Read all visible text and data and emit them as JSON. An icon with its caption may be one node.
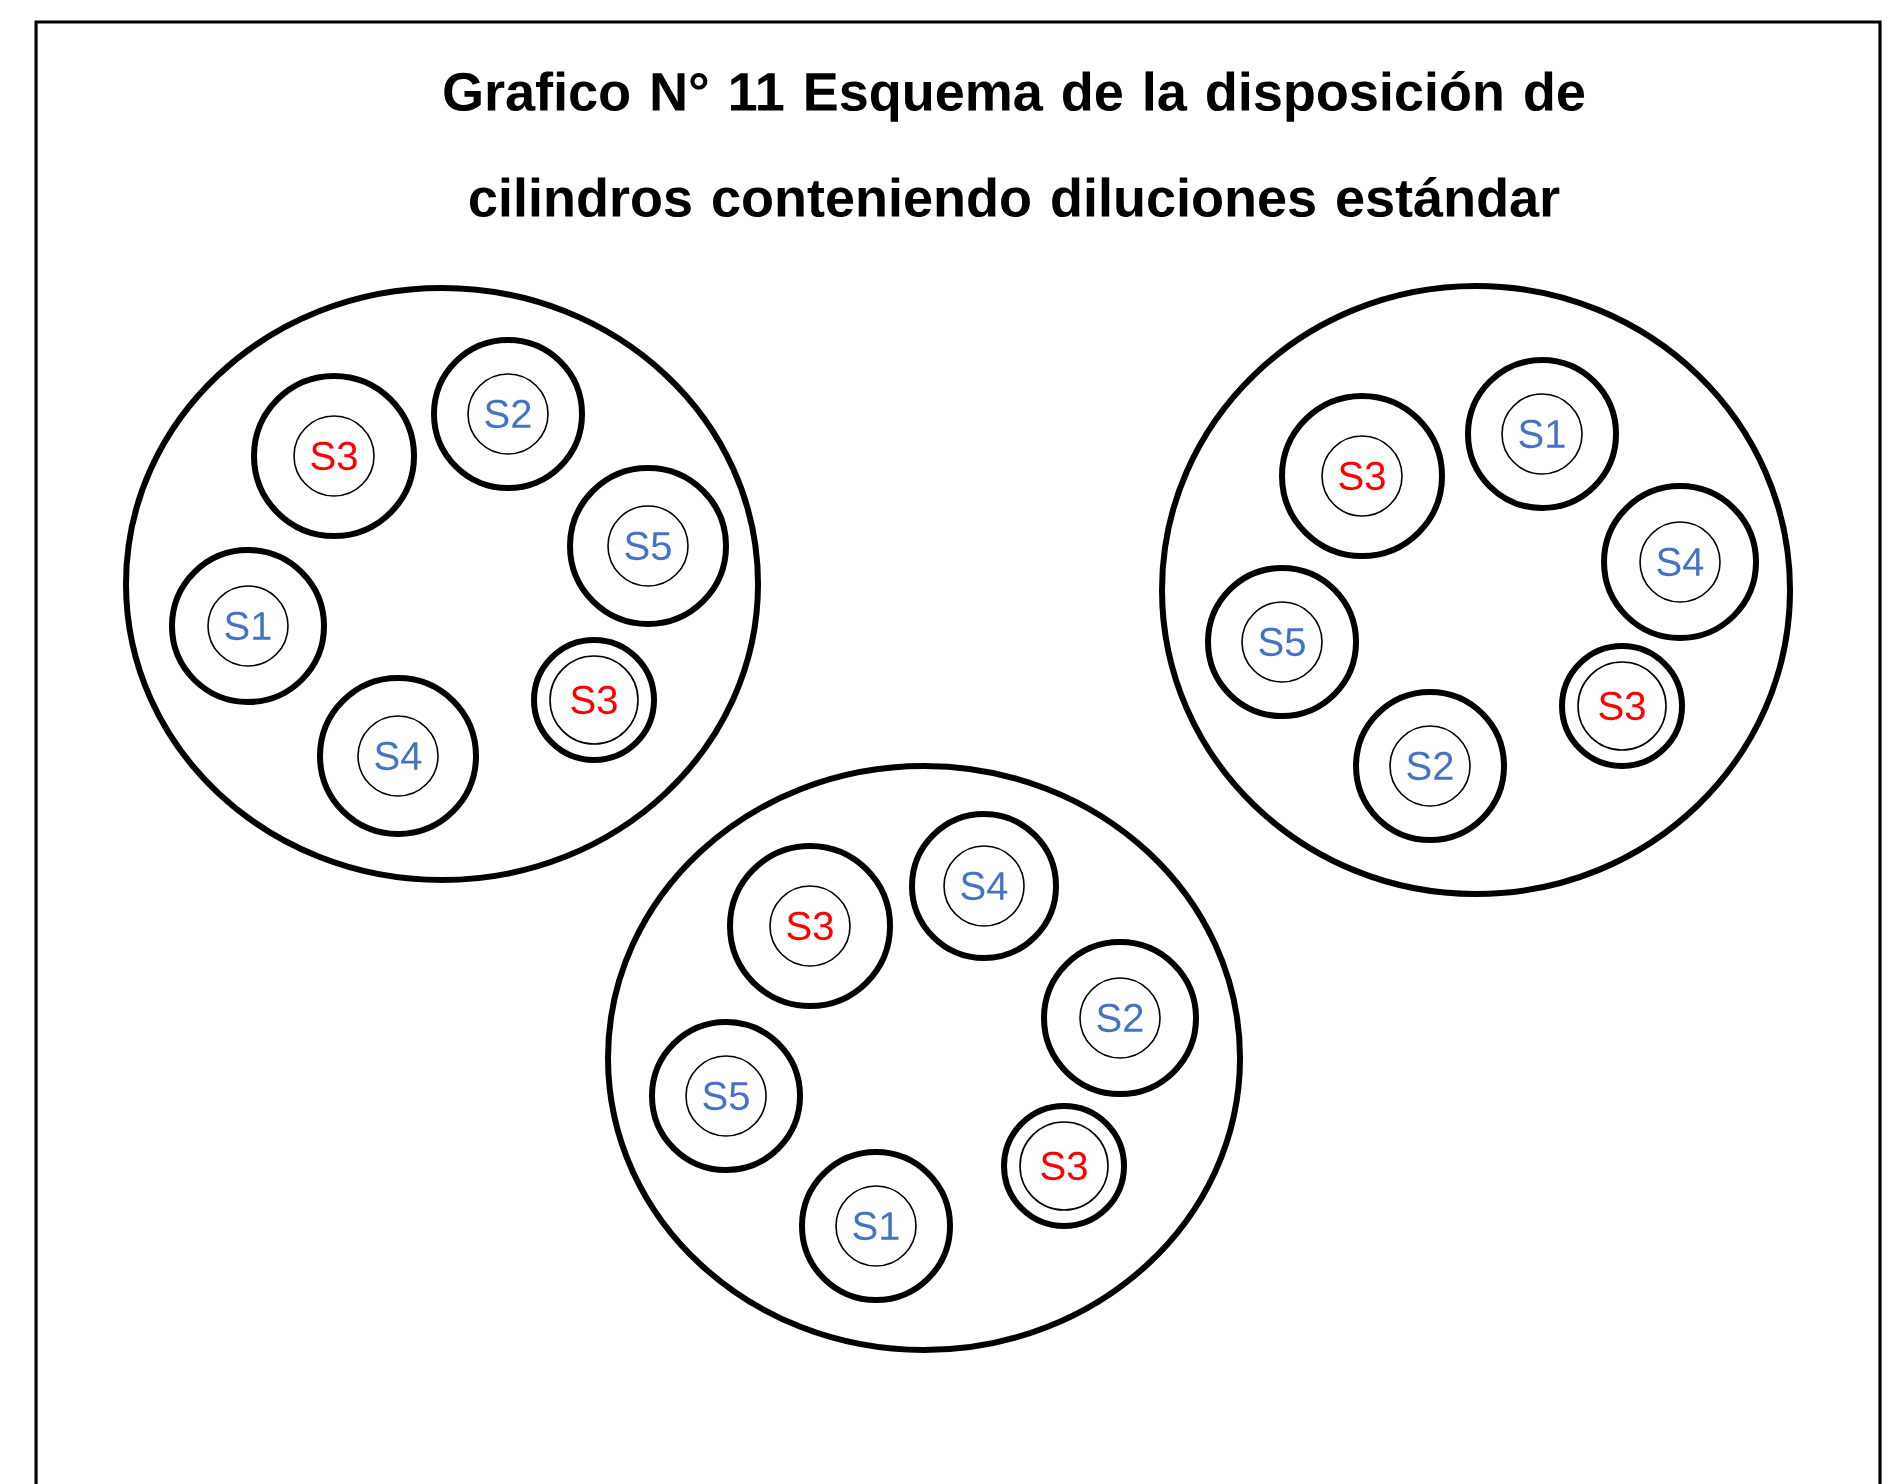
{
  "diagram": {
    "title": "Grafico N° 11 Esquema de la disposición de cilindros conteniendo diluciones estándar",
    "nodes": [
      {
        "text": [],
        "shape": "circle"
      },
      {
        "text": [],
        "shape": "circle",
        "in": 0
      },
      {
        "text": [
          "S2"
        ],
        "in": 1
      },
      {
        "text": [],
        "shape": "circle",
        "in": 0
      },
      {
        "text": [
          "S3"
        ],
        "in": 3
      },
      {
        "text": [],
        "shape": "circle",
        "in": 0
      },
      {
        "text": [
          "S5"
        ],
        "in": 5
      },
      {
        "text": [],
        "shape": "circle",
        "in": 0
      },
      {
        "text": [
          "S1"
        ],
        "in": 7
      },
      {
        "text": [],
        "shape": "circle",
        "in": 0
      },
      {
        "text": [
          "S3"
        ],
        "in": 9
      },
      {
        "text": [],
        "shape": "circle",
        "in": 0
      },
      {
        "text": [
          "S4"
        ],
        "in": 11
      },
      {
        "text": [],
        "shape": "circle"
      },
      {
        "text": [],
        "shape": "circle",
        "in": 13
      },
      {
        "text": [
          "S1"
        ],
        "in": 14
      },
      {
        "text": [],
        "shape": "circle",
        "in": 13
      },
      {
        "text": [
          "S3"
        ],
        "in": 16
      },
      {
        "text": [],
        "shape": "circle",
        "in": 13
      },
      {
        "text": [
          "S4"
        ],
        "in": 18
      },
      {
        "text": [],
        "shape": "circle",
        "in": 13
      },
      {
        "text": [
          "S5"
        ],
        "in": 20
      },
      {
        "text": [],
        "shape": "circle",
        "in": 13
      },
      {
        "text": [
          "S3"
        ],
        "in": 22
      },
      {
        "text": [],
        "shape": "circle",
        "in": 13
      },
      {
        "text": [
          "S2"
        ],
        "in": 24
      },
      {
        "text": [],
        "shape": "circle"
      },
      {
        "text": [],
        "shape": "circle",
        "in": 26
      },
      {
        "text": [
          "S4"
        ],
        "in": 27
      },
      {
        "text": [],
        "shape": "circle",
        "in": 26
      },
      {
        "text": [
          "S3"
        ],
        "in": 29
      },
      {
        "text": [],
        "shape": "circle",
        "in": 26
      },
      {
        "text": [
          "S2"
        ],
        "in": 31
      },
      {
        "text": [],
        "shape": "circle",
        "in": 26
      },
      {
        "text": [
          "S5"
        ],
        "in": 33
      },
      {
        "text": [],
        "shape": "circle",
        "in": 26
      },
      {
        "text": [
          "S3"
        ],
        "in": 35
      },
      {
        "text": [],
        "shape": "circle",
        "in": 26
      },
      {
        "text": [
          "S1"
        ],
        "in": 37
      }
    ]
  }
}
